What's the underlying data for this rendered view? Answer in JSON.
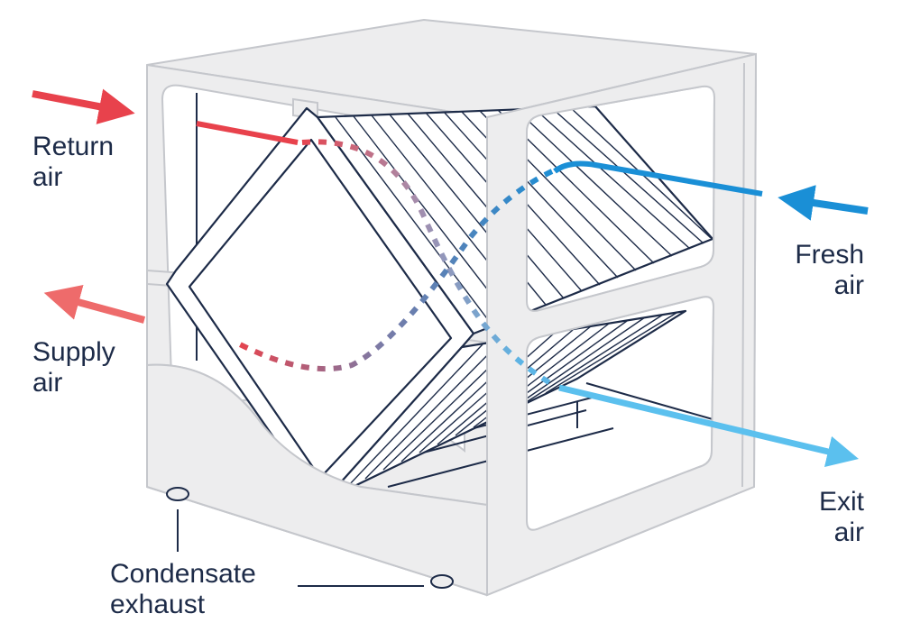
{
  "labels": {
    "return_air": [
      "Return",
      "air"
    ],
    "supply_air": [
      "Supply",
      "air"
    ],
    "fresh_air": [
      "Fresh",
      "air"
    ],
    "exit_air": [
      "Exit",
      "air"
    ],
    "condensate_exhaust": [
      "Condensate",
      "exhaust"
    ]
  },
  "colors": {
    "warm": "#e8424c",
    "warm_light": "#ee6b6b",
    "cool": "#1a8fd6",
    "cool_light": "#5bc0ee",
    "outline": "#1d2b48",
    "housing_fill": "#ededee",
    "housing_stroke": "#c5c7cc",
    "label_text": "#1d2b48"
  }
}
